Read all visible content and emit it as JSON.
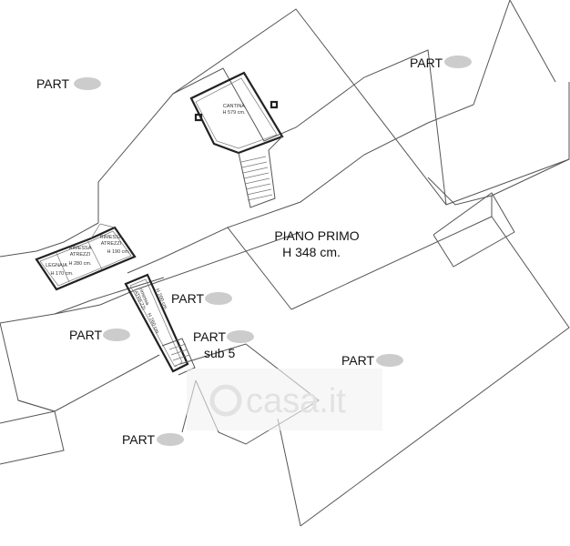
{
  "labels": {
    "part": "PART",
    "piano_primo": "PIANO PRIMO",
    "piano_primo_height": "H 348 cm.",
    "sub": "sub 5",
    "cantina": "CANTINA",
    "cantina_height": "H 579 cm.",
    "rimessa_1": "RIMESSA",
    "atrezzi_1": "ATREZZI",
    "rimessa_1_height": "H 280 cm.",
    "rimessa_2": "RIMESSA",
    "atrezzi_2": "ATREZZI",
    "rimessa_2_height": "H 190 cm.",
    "legnaia": "LEGNAIA",
    "legnaia_height": "H 170 cm.",
    "rimessa_3": "rimessa",
    "atrezzi_3": "ATREZZI",
    "rimessa_3_height": "H 260 cm.",
    "atrezzi_3_height": "H 200 cm."
  },
  "watermark": "casa.it",
  "colors": {
    "line": "#555555",
    "text": "#111111",
    "watermark": "#e2e2e2",
    "redaction": "#cccccc"
  }
}
